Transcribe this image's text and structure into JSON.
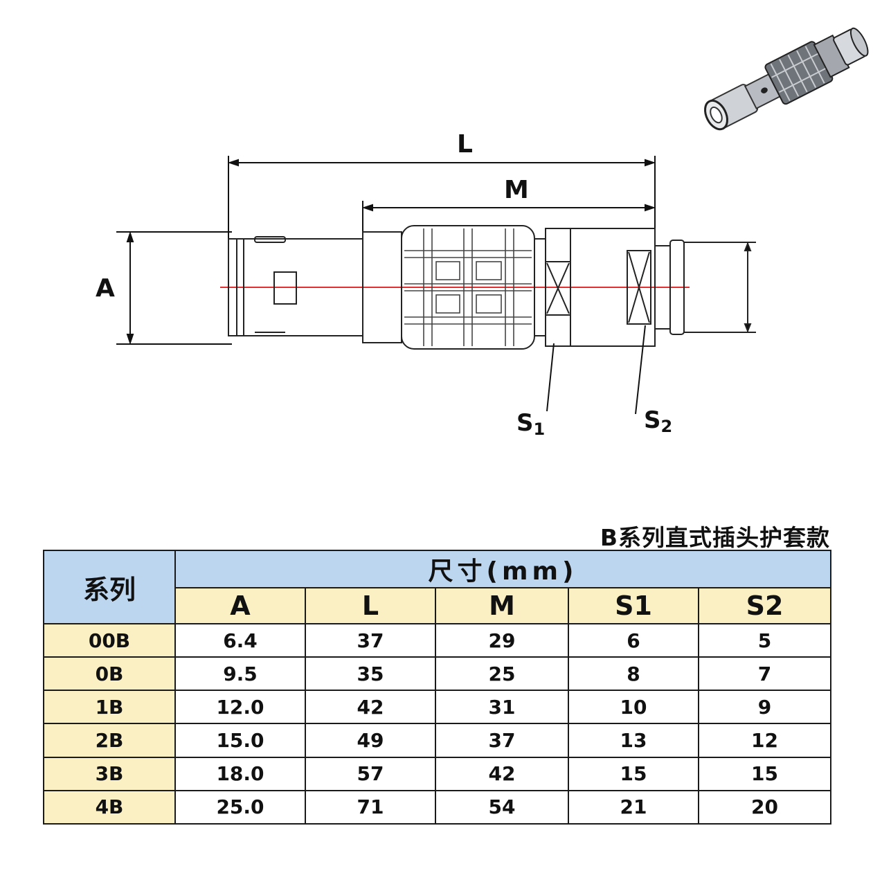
{
  "drawing": {
    "labels": {
      "L": "L",
      "M": "M",
      "A": "A",
      "S1": "S",
      "S1_sub": "1",
      "S2": "S",
      "S2_sub": "2"
    },
    "centerline_color": "#e03030"
  },
  "table": {
    "title": "B系列直式插头护套款",
    "series_header": "系列",
    "unit_header": "尺寸(mm)",
    "columns": [
      "A",
      "L",
      "M",
      "S1",
      "S2"
    ],
    "rows": [
      {
        "series": "00B",
        "values": [
          "6.4",
          "37",
          "29",
          "6",
          "5"
        ]
      },
      {
        "series": "0B",
        "values": [
          "9.5",
          "35",
          "25",
          "8",
          "7"
        ]
      },
      {
        "series": "1B",
        "values": [
          "12.0",
          "42",
          "31",
          "10",
          "9"
        ]
      },
      {
        "series": "2B",
        "values": [
          "15.0",
          "49",
          "37",
          "13",
          "12"
        ]
      },
      {
        "series": "3B",
        "values": [
          "18.0",
          "57",
          "42",
          "15",
          "15"
        ]
      },
      {
        "series": "4B",
        "values": [
          "25.0",
          "71",
          "54",
          "21",
          "20"
        ]
      }
    ],
    "colors": {
      "header_blue": "#bcd6ef",
      "header_yellow": "#fbf0c4"
    }
  }
}
